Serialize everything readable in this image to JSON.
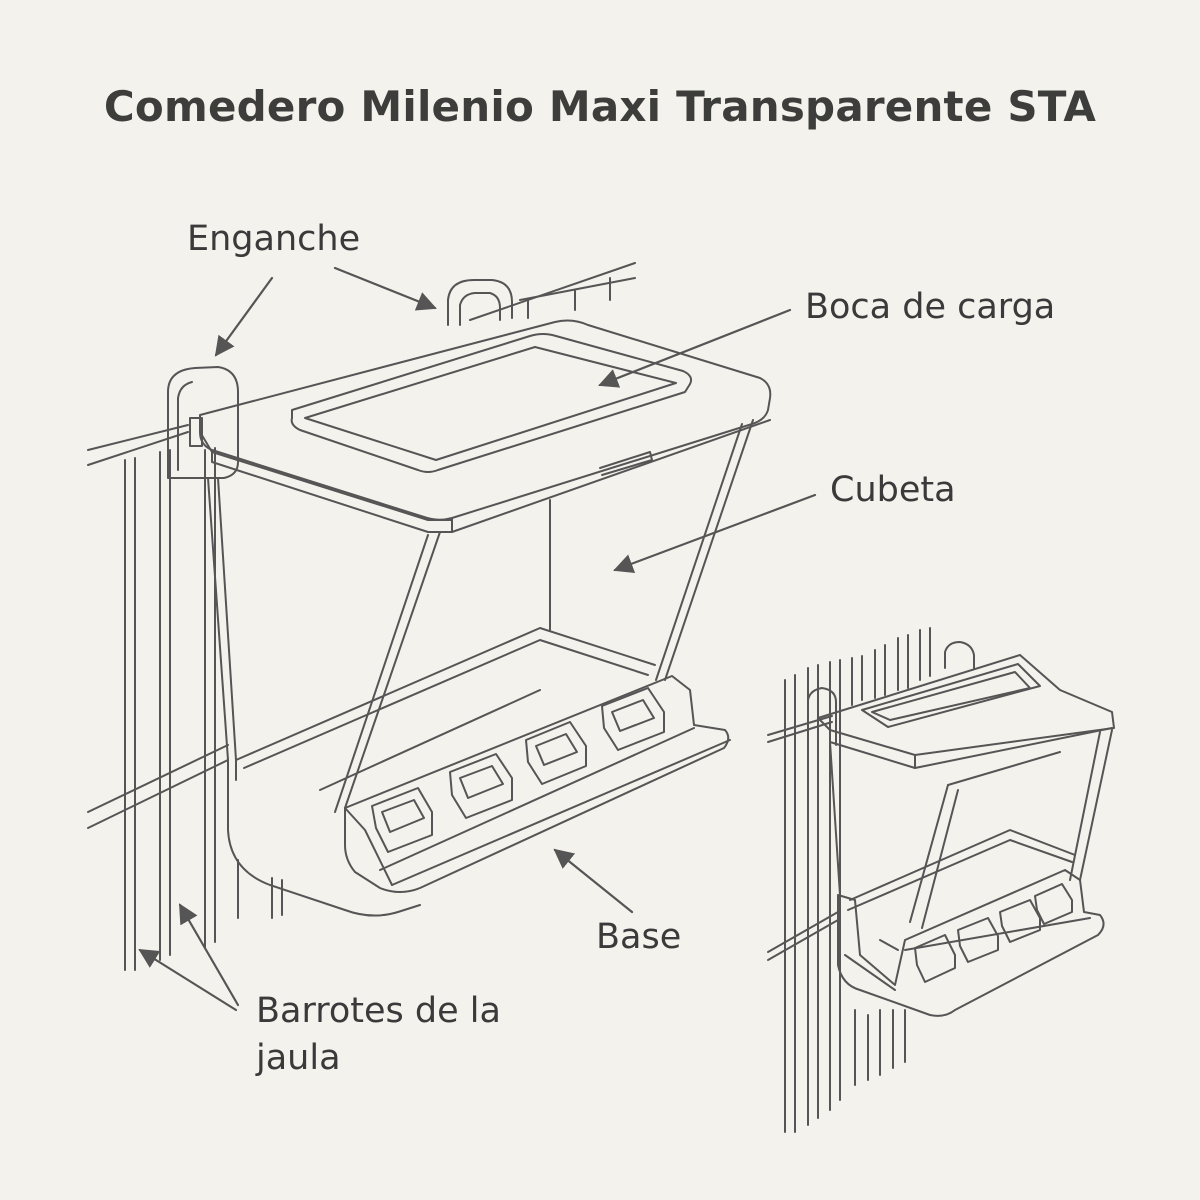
{
  "title": "Comedero Milenio Maxi Transparente STA",
  "labels": {
    "hook": "Enganche",
    "fill_opening": "Boca de carga",
    "hopper": "Cubeta",
    "base": "Base",
    "cage_bars": "Barrotes de la jaula"
  },
  "colors": {
    "background": "#f3f2ed",
    "line": "#555555",
    "text": "#3a3a3a"
  }
}
